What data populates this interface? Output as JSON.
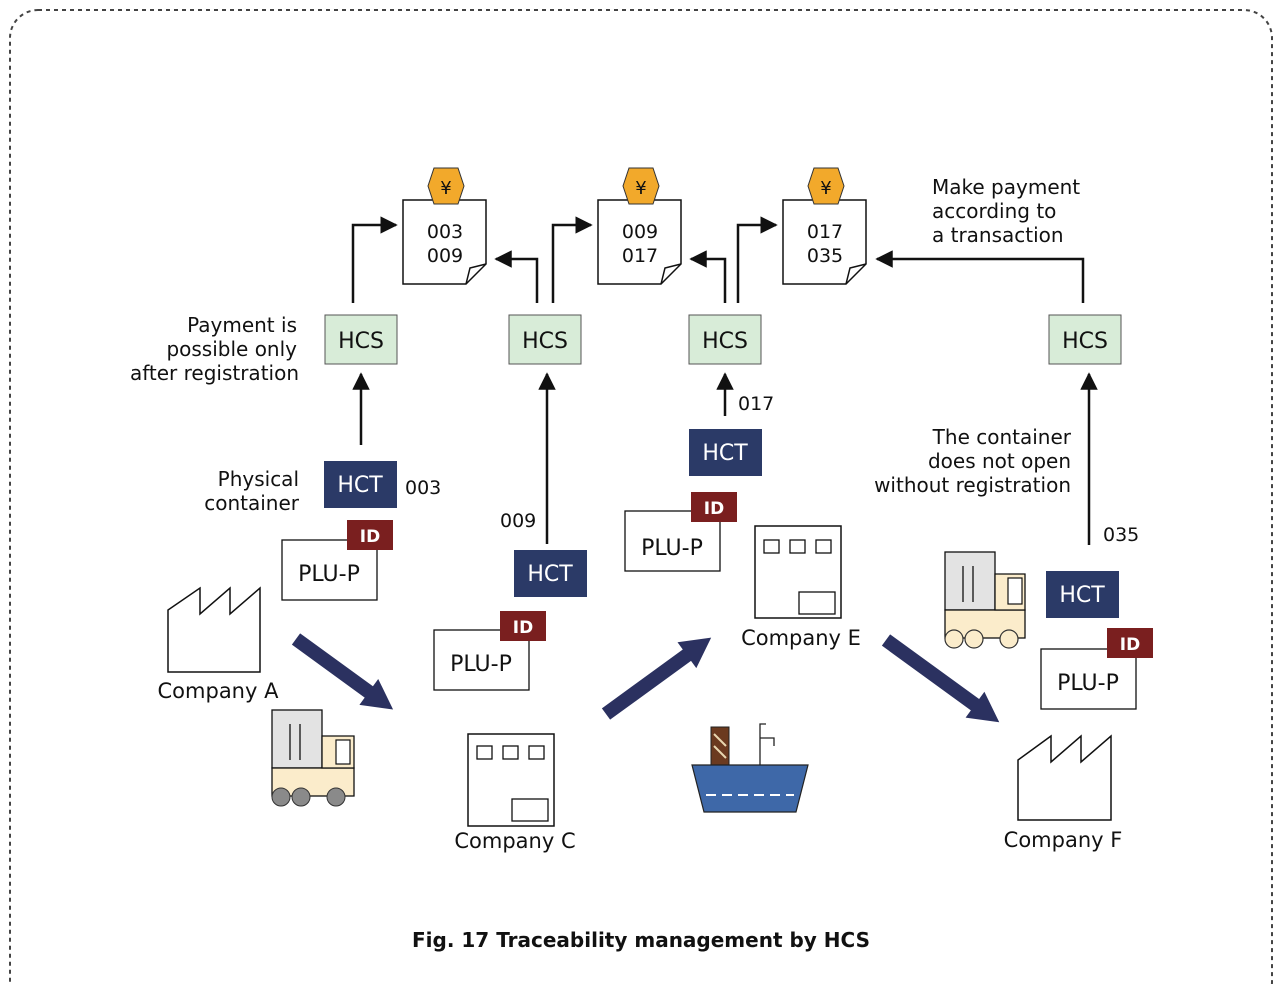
{
  "diagram": {
    "caption": "Fig. 17    Traceability management by HCS",
    "hcs_label": "HCS",
    "hct_label": "HCT",
    "plu_label": "PLU-P",
    "id_label": "ID",
    "yen_symbol": "¥",
    "companies": [
      "Company A",
      "Company C",
      "Company E",
      "Company F"
    ],
    "documents": [
      {
        "line1": "003",
        "line2": "009"
      },
      {
        "line1": "009",
        "line2": "017"
      },
      {
        "line1": "017",
        "line2": "035"
      }
    ],
    "numbers": [
      "003",
      "009",
      "017",
      "035"
    ],
    "notes": {
      "payment_possible": [
        "Payment is",
        "possible only",
        "after registration"
      ],
      "physical_container": [
        "Physical",
        "container"
      ],
      "make_payment": [
        "Make payment",
        "according to",
        "a transaction"
      ],
      "container_not_open": [
        "The container",
        "does not open",
        "without registration"
      ]
    },
    "colors": {
      "hcs_fill": "#d8ecd8",
      "hct_fill": "#2b3a67",
      "id_fill": "#7a1f1f",
      "yen_fill": "#f2a92b",
      "arrow_fill": "#2b3160",
      "truck_body": "#fbeccb",
      "ship_hull": "#3e68a8"
    }
  }
}
